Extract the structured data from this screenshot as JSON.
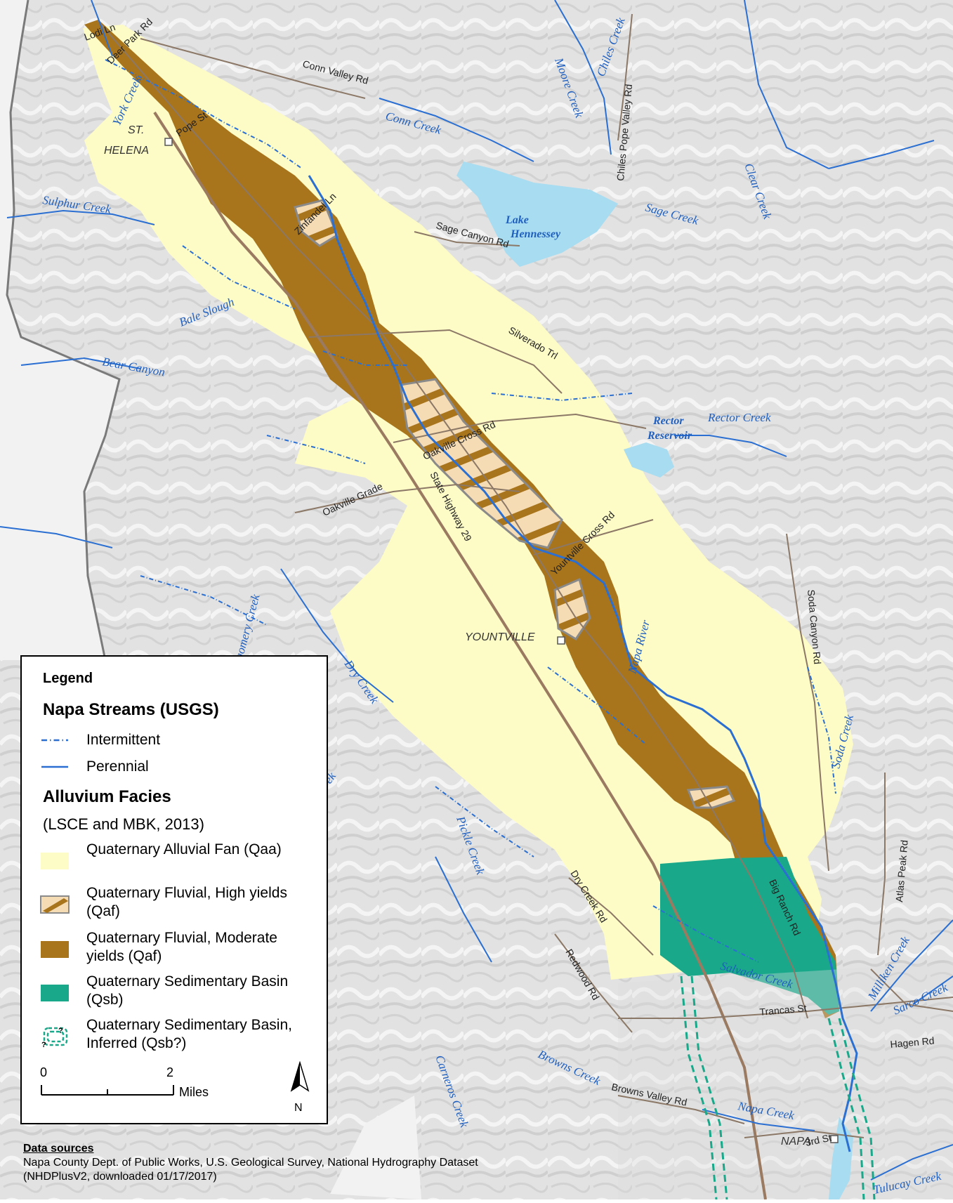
{
  "legend": {
    "title": "Legend",
    "streams_heading": "Napa Streams (USGS)",
    "stream_items": [
      {
        "label": "Intermittent",
        "style": "dashed-dotted",
        "color": "#2a6fd1"
      },
      {
        "label": "Perennial",
        "style": "solid",
        "color": "#2a6fd1"
      }
    ],
    "facies_heading": "Alluvium Facies",
    "facies_source": "(LSCE and MBK, 2013)",
    "facies_items": [
      {
        "label": "Quaternary Alluvial Fan (Qaa)",
        "color": "#fdfbc6"
      },
      {
        "label": "Quaternary Fluvial, High yields (Qaf)",
        "color": "#f6dcb4"
      },
      {
        "label": "Quaternary Fluvial, Moderate yields (Qaf)",
        "color": "#a8741c"
      },
      {
        "label": "Quaternary Sedimentary Basin (Qsb)",
        "color": "#19a98a"
      },
      {
        "label": "Quaternary Sedimentary Basin, Inferred (Qsb?)",
        "color": "#19a98a"
      }
    ],
    "scale": {
      "start": "0",
      "end": "2",
      "unit": "Miles"
    },
    "north": "N"
  },
  "data_sources": {
    "title": "Data sources",
    "text": "Napa County Dept. of Public Works, U.S. Geological Survey, National Hydrography Dataset (NHDPlusV2, downloaded 01/17/2017)"
  },
  "map": {
    "towns": [
      "ST. HELENA",
      "YOUNTVILLE",
      "NAPA"
    ],
    "water_bodies": [
      "Lake Hennessey",
      "Rector Reservoir"
    ],
    "streams": [
      "York Creek",
      "Conn Creek",
      "Moore Creek",
      "Chiles Creek",
      "Sulphur Creek",
      "Clear Creek",
      "Sage Creek",
      "Bale Slough",
      "Bear Canyon",
      "Rector Creek",
      "Dry Creek",
      "Napa River",
      "Soda Creek",
      "Pickle Creek",
      "Salvador Creek",
      "Milliken Creek",
      "Sarco Creek",
      "Browns Creek",
      "Carneros Creek",
      "Napa Creek",
      "Tulucay Creek",
      "gomery Creek",
      "ek"
    ],
    "roads": [
      "Lodi Ln",
      "Deer Park Rd",
      "Conn Valley Rd",
      "Pope St",
      "Chiles Pope Valley Rd",
      "Zinfandel Ln",
      "Sage Canyon Rd",
      "Silverado Trl",
      "Oakville Cross Rd",
      "Oakville Grade",
      "State Highway 29",
      "Yountville Cross Rd",
      "Soda Canyon Rd",
      "Dry Creek Rd",
      "Big Ranch Rd",
      "Redwood Rd",
      "Atlas Peak Rd",
      "Trancas St",
      "Hagen Rd",
      "Browns Valley Rd",
      "3rd St"
    ],
    "colors": {
      "terrain": "#e3e3e3",
      "alluvial_fan": "#fdfbc6",
      "fluvial_high": "#f6dcb4",
      "fluvial_moderate": "#a8741c",
      "sed_basin": "#19a98a",
      "stream": "#2a6fd1",
      "lake": "#a8dcf0",
      "road": "#8c7866"
    }
  }
}
